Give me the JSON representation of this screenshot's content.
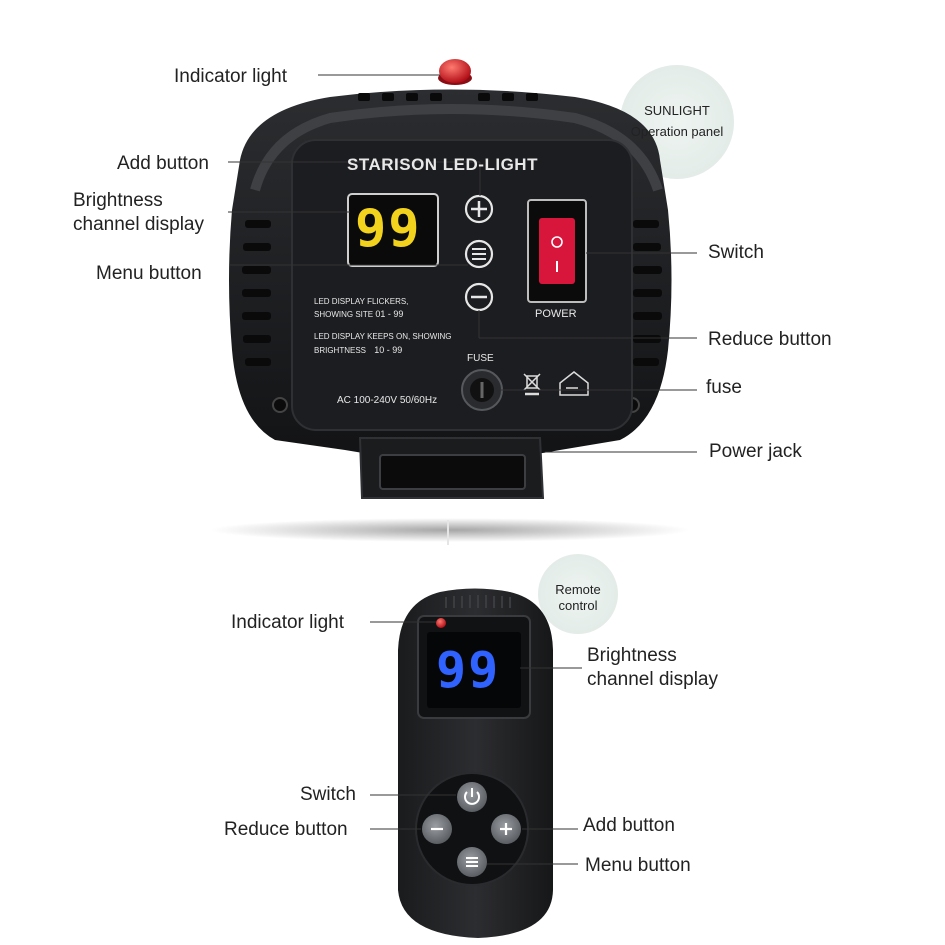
{
  "top_device": {
    "brand_title": "STARISON LED-LIGHT",
    "display_value": "99",
    "power_label": "POWER",
    "fuse_label": "FUSE",
    "note_line1": "LED DISPLAY FLICKERS,",
    "note_line2_prefix": "SHOWING SITE",
    "note_line2_value": "01 - 99",
    "note_line3": "LED DISPLAY KEEPS ON, SHOWING",
    "note_line4_prefix": "BRIGHTNESS",
    "note_line4_value": "10 - 99",
    "voltage": "AC 100-240V 50/60Hz",
    "bubble_line1": "SUNLIGHT",
    "bubble_line2": "Operation panel",
    "labels": {
      "indicator_light": "Indicator light",
      "add_button": "Add button",
      "brightness_display": "Brightness\nchannel display",
      "menu_button": "Menu button",
      "switch": "Switch",
      "reduce_button": "Reduce button",
      "fuse": "fuse",
      "power_jack": "Power jack"
    }
  },
  "remote": {
    "display_value": "99",
    "bubble_text": "Remote\ncontrol",
    "labels": {
      "indicator_light": "Indicator light",
      "brightness_display": "Brightness\nchannel display",
      "switch": "Switch",
      "reduce_button": "Reduce button",
      "add_button": "Add button",
      "menu_button": "Menu button"
    }
  },
  "colors": {
    "led_yellow": "#f2d21c",
    "led_blue": "#2f62ff",
    "switch_red": "#d8163c",
    "indicator_red": "#e0202a"
  }
}
